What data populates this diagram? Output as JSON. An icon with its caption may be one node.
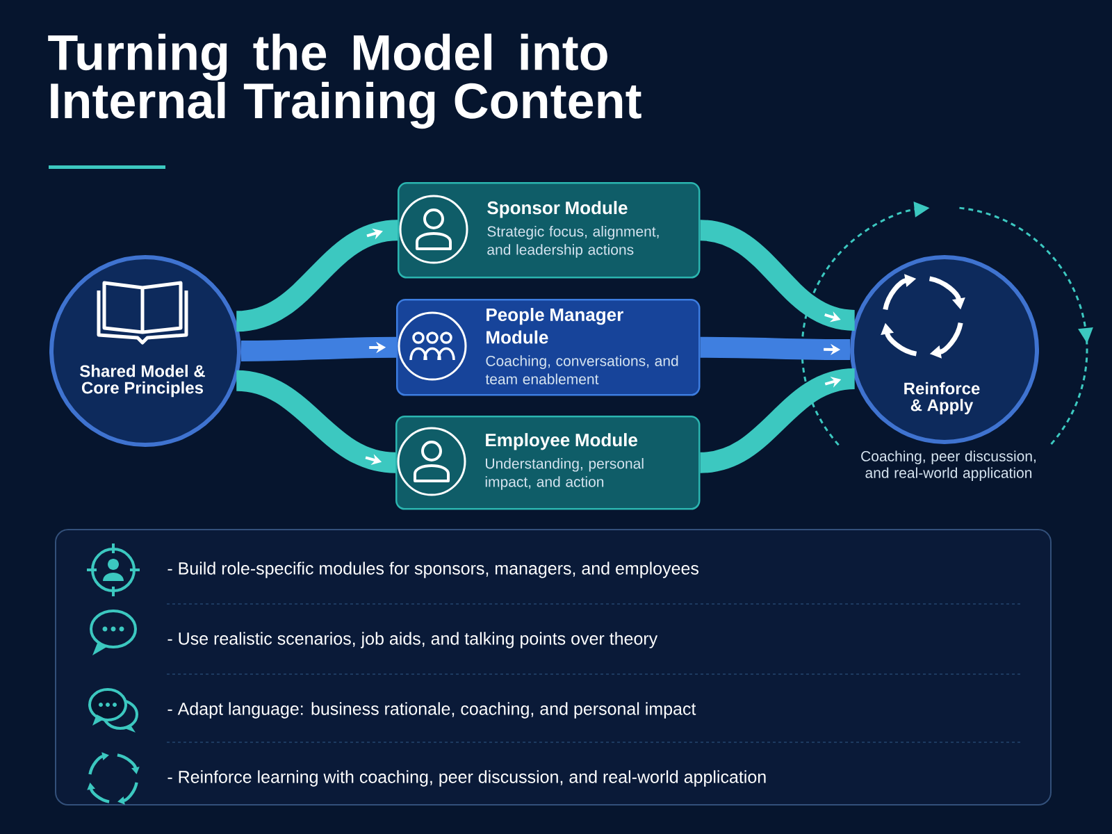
{
  "diagram": {
    "title": "Turning the Model into Internal Training Content",
    "nodes": [
      {
        "text": [
          "Shared Model & Core Principles"
        ]
      },
      {
        "text": [
          "Sponsor Module",
          "Strategic focus, alignment, and leadership actions"
        ]
      },
      {
        "text": [
          "People Manager Module",
          "Coaching, conversations, and team enablement"
        ]
      },
      {
        "text": [
          "Employee Module",
          "Understanding, personal impact, and action"
        ]
      },
      {
        "text": [
          "Reinforce & Apply"
        ],
        "beside": [
          "Coaching, peer discussion, and real-world application"
        ]
      },
      {
        "text": [
          "- Build role-specific modules for sponsors, managers, and employees",
          "- Use realistic scenarios, job aids, and talking points over theory",
          "- Adapt language: business rationale, coaching, and personal impact",
          "- Reinforce learning with coaching, peer discussion, and real-world application"
        ]
      }
    ],
    "edges": [
      {
        "from": 0,
        "to": 1,
        "arrow": "to"
      },
      {
        "from": 0,
        "to": 2,
        "arrow": "to",
        "color": "#3f7fe0"
      },
      {
        "from": 0,
        "to": 3,
        "arrow": "to"
      },
      {
        "from": 1,
        "to": 4,
        "arrow": "to"
      },
      {
        "from": 2,
        "to": 4,
        "arrow": "to",
        "color": "#3f7fe0"
      },
      {
        "from": 3,
        "to": 4,
        "arrow": "to"
      }
    ]
  }
}
